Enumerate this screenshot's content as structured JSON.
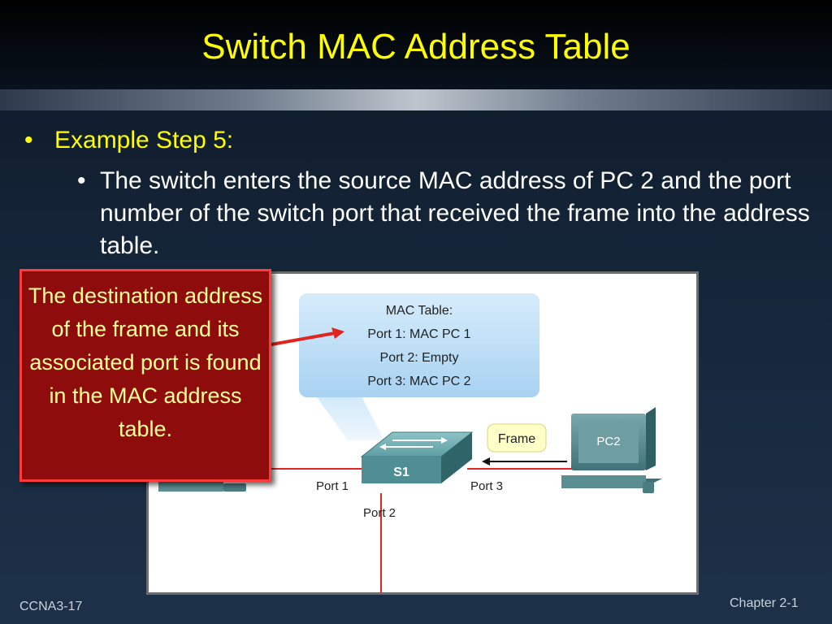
{
  "slide": {
    "title": "Switch MAC Address Table",
    "bullet_symbol": "•",
    "bullet1": "Example Step 5:",
    "bullet2": "The switch enters the source MAC address of PC 2 and the port number of the switch port that received the frame into the address table."
  },
  "callout": {
    "text": "The destination address of the frame and its associated port is found in the MAC address table."
  },
  "diagram": {
    "mac_table": {
      "heading": "MAC Table:",
      "rows": [
        "Port 1: MAC PC 1",
        "Port 2: Empty",
        "Port 3: MAC PC 2"
      ]
    },
    "frame_label": "Frame",
    "switch_label": "S1",
    "pc_label": "PC2",
    "port1": "Port 1",
    "port2": "Port 2",
    "port3": "Port 3",
    "colors": {
      "link_red": "#e0241f",
      "table_bubble": "#bfe0f8",
      "switch_teal": "#4f8f93",
      "frame_fill": "#ffffc8"
    }
  },
  "footer": {
    "left": "CCNA3-17",
    "right": "Chapter 2-1"
  }
}
